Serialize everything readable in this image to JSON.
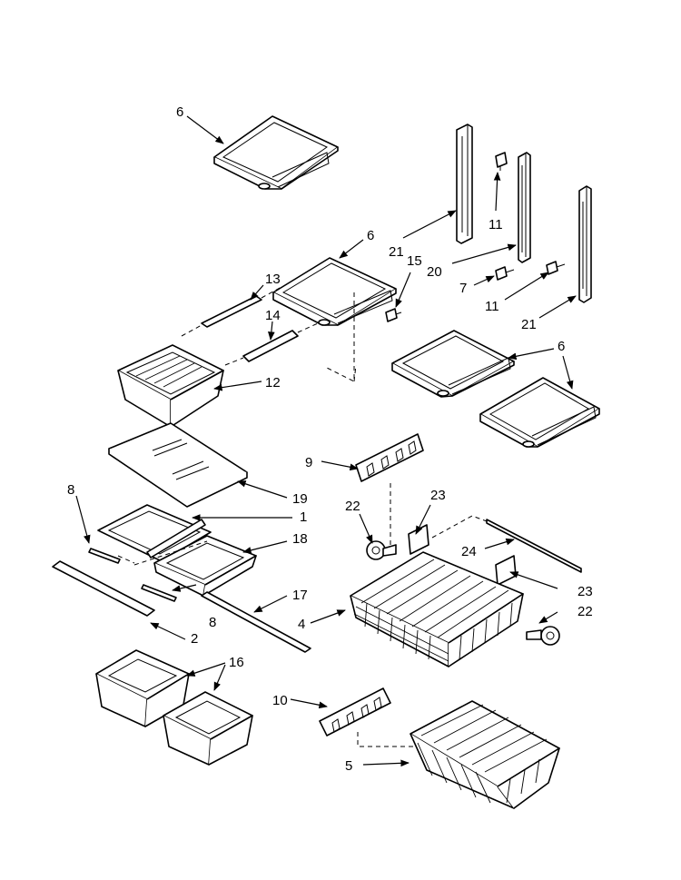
{
  "diagram": {
    "labels": [
      {
        "id": "lbl-6a",
        "text": "6"
      },
      {
        "id": "lbl-6b",
        "text": "6"
      },
      {
        "id": "lbl-6c",
        "text": "6"
      },
      {
        "id": "lbl-6d",
        "text": "6"
      },
      {
        "id": "lbl-13",
        "text": "13"
      },
      {
        "id": "lbl-14",
        "text": "14"
      },
      {
        "id": "lbl-15",
        "text": "15"
      },
      {
        "id": "lbl-12",
        "text": "12"
      },
      {
        "id": "lbl-11a",
        "text": "11"
      },
      {
        "id": "lbl-11b",
        "text": "11"
      },
      {
        "id": "lbl-21a",
        "text": "21"
      },
      {
        "id": "lbl-21b",
        "text": "21"
      },
      {
        "id": "lbl-20",
        "text": "20"
      },
      {
        "id": "lbl-7",
        "text": "7"
      },
      {
        "id": "lbl-9",
        "text": "9"
      },
      {
        "id": "lbl-19",
        "text": "19"
      },
      {
        "id": "lbl-22a",
        "text": "22"
      },
      {
        "id": "lbl-22b",
        "text": "22"
      },
      {
        "id": "lbl-23a",
        "text": "23"
      },
      {
        "id": "lbl-23b",
        "text": "23"
      },
      {
        "id": "lbl-24",
        "text": "24"
      },
      {
        "id": "lbl-8a",
        "text": "8"
      },
      {
        "id": "lbl-8b",
        "text": "8"
      },
      {
        "id": "lbl-1",
        "text": "1"
      },
      {
        "id": "lbl-18",
        "text": "18"
      },
      {
        "id": "lbl-17",
        "text": "17"
      },
      {
        "id": "lbl-4",
        "text": "4"
      },
      {
        "id": "lbl-2",
        "text": "2"
      },
      {
        "id": "lbl-16",
        "text": "16"
      },
      {
        "id": "lbl-10",
        "text": "10"
      },
      {
        "id": "lbl-5",
        "text": "5"
      }
    ]
  }
}
